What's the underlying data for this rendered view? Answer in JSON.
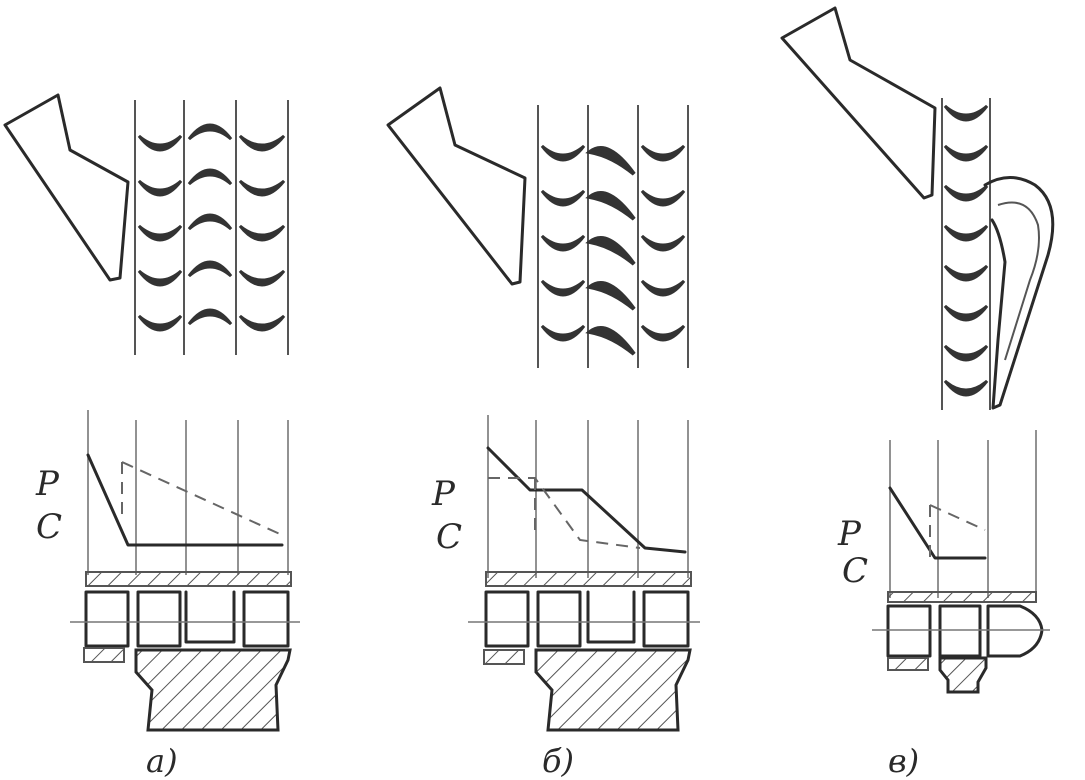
{
  "panels": [
    {
      "id": "a",
      "caption": "a)",
      "label_p": "P",
      "label_c": "C"
    },
    {
      "id": "b",
      "caption": "б)",
      "label_p": "P",
      "label_c": "C"
    },
    {
      "id": "v",
      "caption": "в)",
      "label_p": "P",
      "label_c": "C"
    }
  ],
  "colors": {
    "ink": "#2a2a2a",
    "hatch": "#555555",
    "background": "#ffffff"
  }
}
